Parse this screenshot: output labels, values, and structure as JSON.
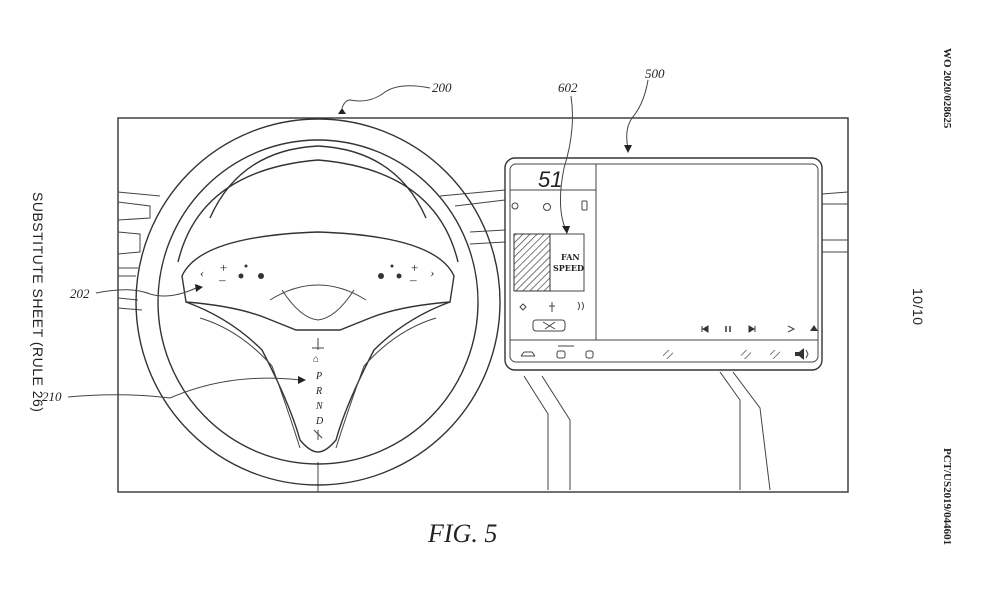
{
  "header": {
    "doc_number": "WO 2020/028625",
    "page_number": "10/10",
    "app_number": "PCT/US2019/044601",
    "substitute_sheet": "SUBSTITUTE SHEET (RULE 26)"
  },
  "figure": {
    "caption": "FIG. 5",
    "refs": {
      "steering_wheel": "200",
      "wheel_controls": "202",
      "gear_selector": "210",
      "display": "500",
      "fan_control": "602"
    }
  },
  "display": {
    "temperature": "51",
    "fan_label_line1": "FAN",
    "fan_label_line2": "SPEED"
  },
  "gear_selector": {
    "gears": [
      "P",
      "R",
      "N",
      "D"
    ]
  },
  "icons": {
    "media_prev": "skip-back-icon",
    "media_pause": "pause-icon",
    "media_next": "skip-forward-icon",
    "volume": "speaker-icon"
  }
}
